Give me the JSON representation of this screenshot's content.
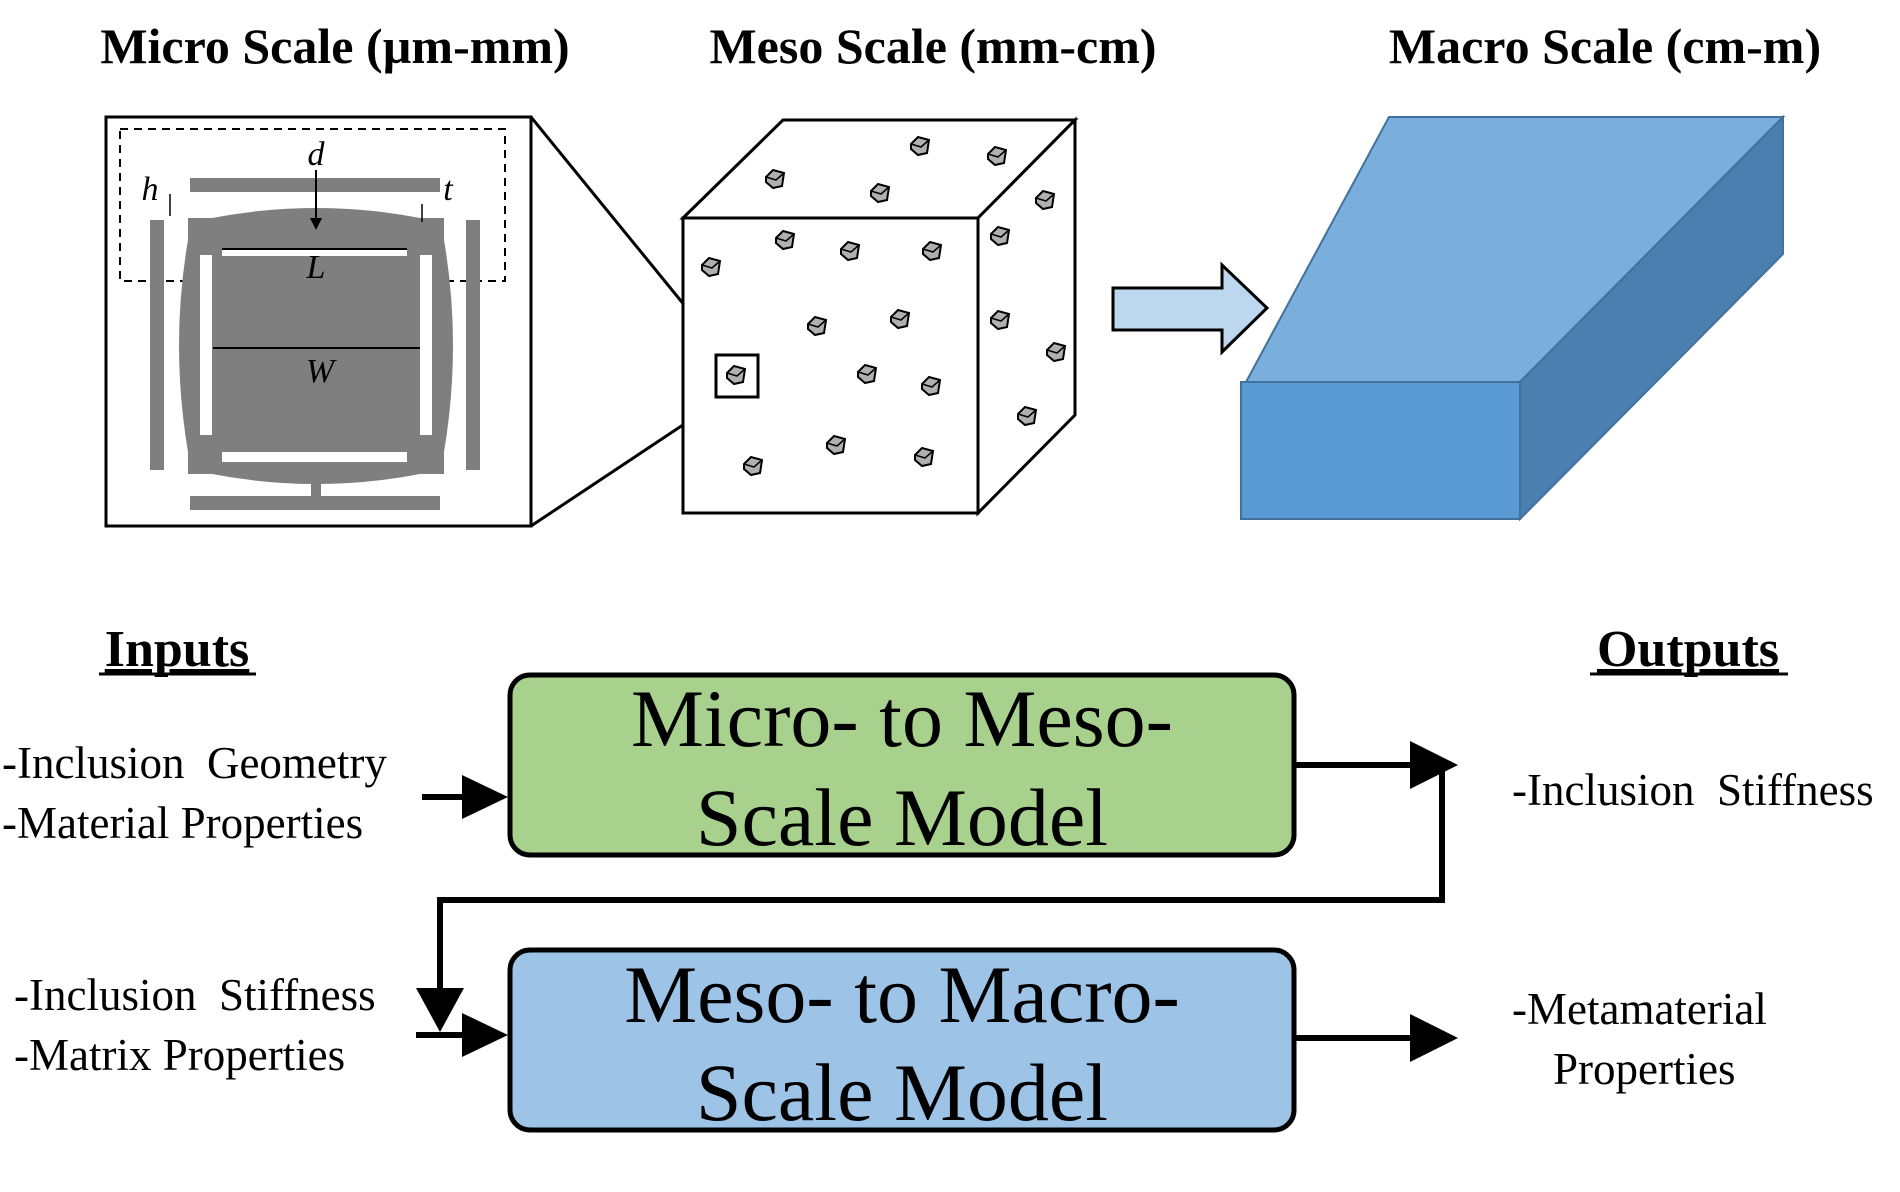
{
  "scales": {
    "micro": "Micro Scale (µm-mm)",
    "meso": "Meso Scale (mm-cm)",
    "macro": "Macro Scale (cm-m)"
  },
  "unit_cell_labels": {
    "d": "d",
    "h": "h",
    "t": "t",
    "L": "L",
    "W": "W"
  },
  "headings": {
    "inputs": "Inputs",
    "outputs": "Outputs"
  },
  "model1": {
    "line1": "Micro- to Meso-",
    "line2": "Scale Model",
    "color": "#a9d18e",
    "inputs": [
      "-Inclusion  Geometry",
      "-Material Properties"
    ],
    "outputs": [
      "-Inclusion  Stiffness"
    ]
  },
  "model2": {
    "line1": "Meso- to Macro-",
    "line2": "Scale Model",
    "color": "#9dc3e6",
    "inputs": [
      "-Inclusion  Stiffness",
      "-Matrix Properties"
    ],
    "outputs": [
      "-Metamaterial",
      "Properties"
    ]
  },
  "colors": {
    "unit_cell_gray": "#7f7f7f",
    "block_front": "#5b9bd5",
    "block_top": "#7aaedc",
    "block_side": "#4a7fb0",
    "arrow_fill": "#bdd7ee",
    "arrow_stroke": "#000000"
  }
}
